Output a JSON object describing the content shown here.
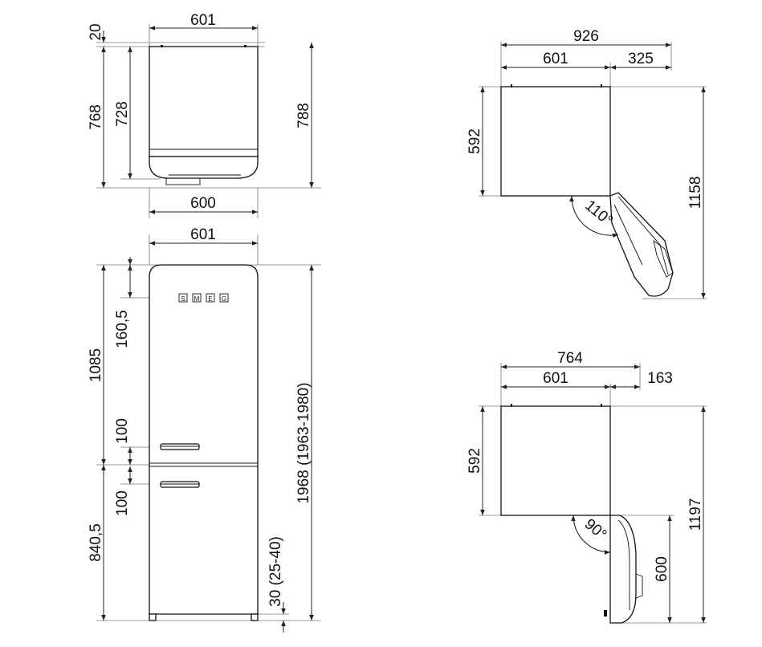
{
  "top_view": {
    "width_top": "601",
    "width_bottom": "600",
    "offset": "20",
    "depth_outer": "768",
    "depth_inner": "728",
    "depth_total": "788"
  },
  "front_view": {
    "width": "601",
    "logo_offset": "160,5",
    "upper_height": "1085",
    "handle_upper": "100",
    "handle_lower": "100",
    "lower_height": "840,5",
    "feet": "30 (25-40)",
    "total_height": "1968 (1963-1980)",
    "logo_letters": [
      "S",
      "M",
      "E",
      "G"
    ]
  },
  "open_110": {
    "total_width": "926",
    "body_width": "601",
    "door_extra": "325",
    "depth": "592",
    "total_depth": "1158",
    "angle": "110°"
  },
  "open_90": {
    "total_width": "764",
    "body_width": "601",
    "door_extra": "163",
    "depth": "592",
    "total_depth": "1197",
    "door_depth": "600",
    "angle": "90°"
  }
}
